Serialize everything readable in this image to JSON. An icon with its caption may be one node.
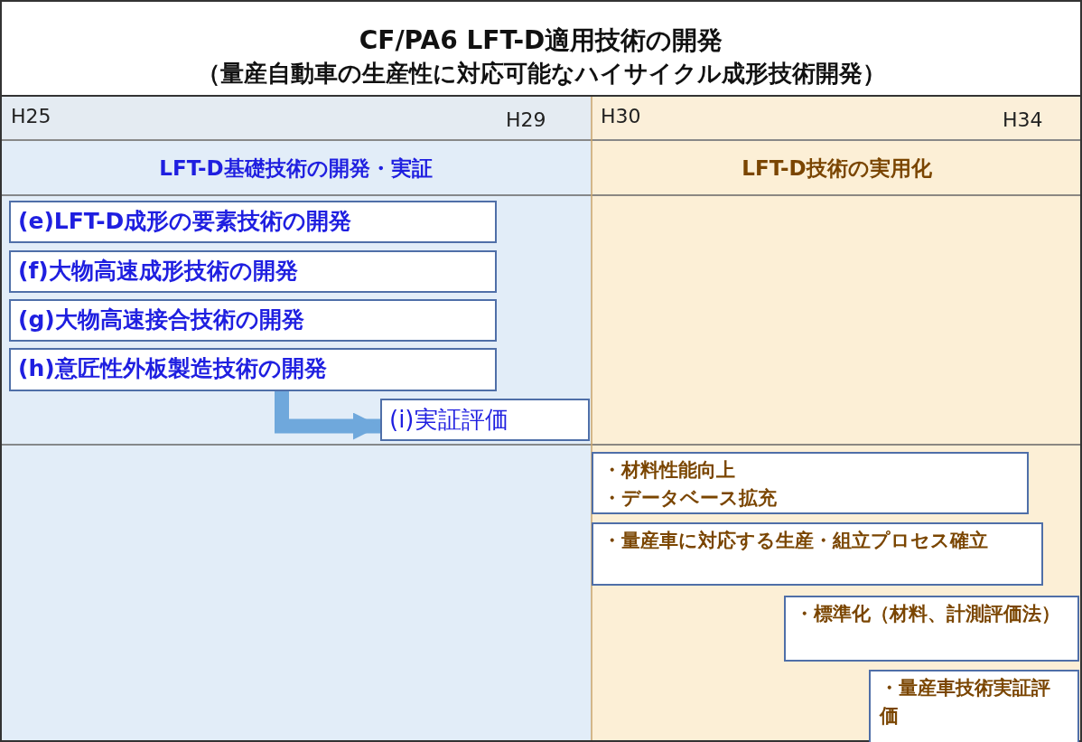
{
  "diagram": {
    "title": "CF/PA6 LFT-D適用技術の開発",
    "labels": [
      "（量産自動車の生産性に対応可能なハイサイクル成形技術開発）",
      "H25",
      "H29",
      "H30",
      "H34"
    ],
    "nodes": [
      {
        "text": [
          "LFT-D基礎技術の開発・実証"
        ]
      },
      {
        "text": [
          "LFT-D技術の実用化"
        ]
      },
      {
        "text": [
          "(e)LFT-D成形の要素技術の開発"
        ]
      },
      {
        "text": [
          "(f)大物高速成形技術の開発"
        ]
      },
      {
        "text": [
          "(g)大物高速接合技術の開発"
        ]
      },
      {
        "text": [
          "(h)意匠性外板製造技術の開発"
        ]
      },
      {
        "text": [
          "(i)実証評価"
        ]
      },
      {
        "text": [
          "・材料性能向上",
          "・データベース拡充"
        ]
      },
      {
        "text": [
          "・量産車に対応する生産・組立プロセス確立"
        ]
      },
      {
        "text": [
          "・標準化（材料、計測評価法）"
        ]
      },
      {
        "text": [
          "・量産車技術実証評価"
        ]
      }
    ],
    "edges": [
      {
        "from": 5,
        "to": 6,
        "arrow": "to"
      }
    ]
  }
}
